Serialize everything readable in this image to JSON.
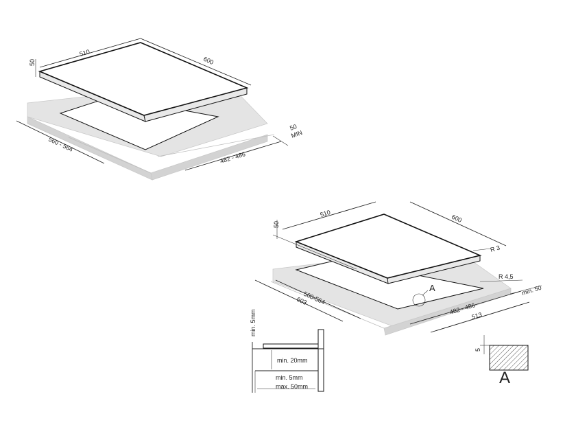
{
  "diagram_top": {
    "hob_depth": "510",
    "hob_width": "600",
    "hob_thickness": "50",
    "cutout_depth": "560 - 564",
    "cutout_width": "482 - 486",
    "clearance_value": "50",
    "clearance_unit": "MIN"
  },
  "diagram_bottom": {
    "hob_depth": "510",
    "hob_width": "600",
    "hob_thickness": "50",
    "corner_radius": "R 3",
    "cutout_radius": "R 4,5",
    "clearance": "min. 50",
    "cutout_depth": "560-564",
    "overall_depth": "603",
    "cutout_width": "482 - 486",
    "overall_width": "513",
    "detail_marker": "A"
  },
  "section_detail": {
    "min_5mm_top": "min. 5mm",
    "min_20mm": "min. 20mm",
    "min_5mm_bottom": "min. 5mm",
    "max_50mm": "max. 50mm"
  },
  "detail_a": {
    "dimension": "5",
    "label": "A"
  }
}
